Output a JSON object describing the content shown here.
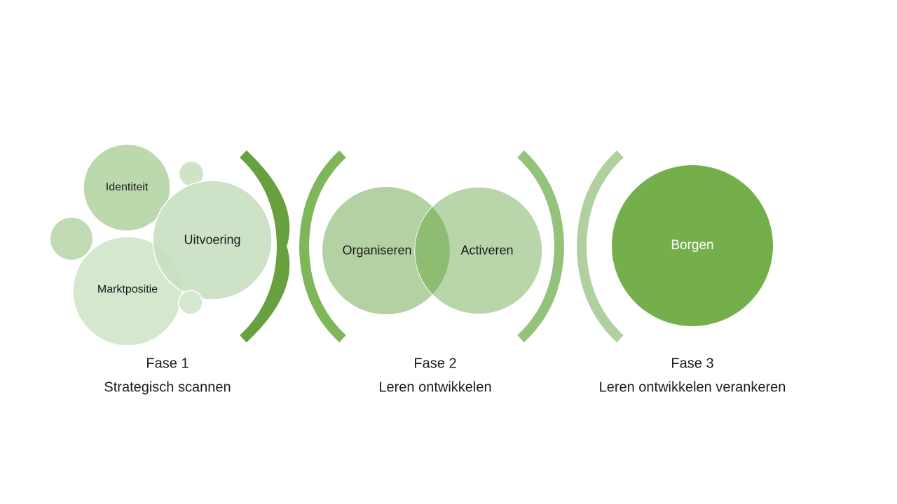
{
  "phase1": {
    "title": "Fase 1",
    "subtitle": "Strategisch scannen",
    "bubbles": {
      "identiteit": "Identiteit",
      "uitvoering": "Uitvoering",
      "marktpositie": "Marktpositie"
    }
  },
  "phase2": {
    "title": "Fase 2",
    "subtitle": "Leren ontwikkelen",
    "bubbles": {
      "organiseren": "Organiseren",
      "activeren": "Activeren"
    }
  },
  "phase3": {
    "title": "Fase 3",
    "subtitle": "Leren ontwikkelen verankeren",
    "bubbles": {
      "borgen": "Borgen"
    }
  },
  "colors": {
    "bubble_light": "#c9dfc1",
    "bubble_lighter": "#d6e7d0",
    "bubble_mid": "#b8d6aa",
    "bubble_dark": "#75af4c",
    "overlap": "#8fbc73",
    "bracket_1": "#68a03f",
    "bracket_2": "#7fb659",
    "bracket_3": "#94c27b",
    "bracket_4": "#b0d19f"
  }
}
